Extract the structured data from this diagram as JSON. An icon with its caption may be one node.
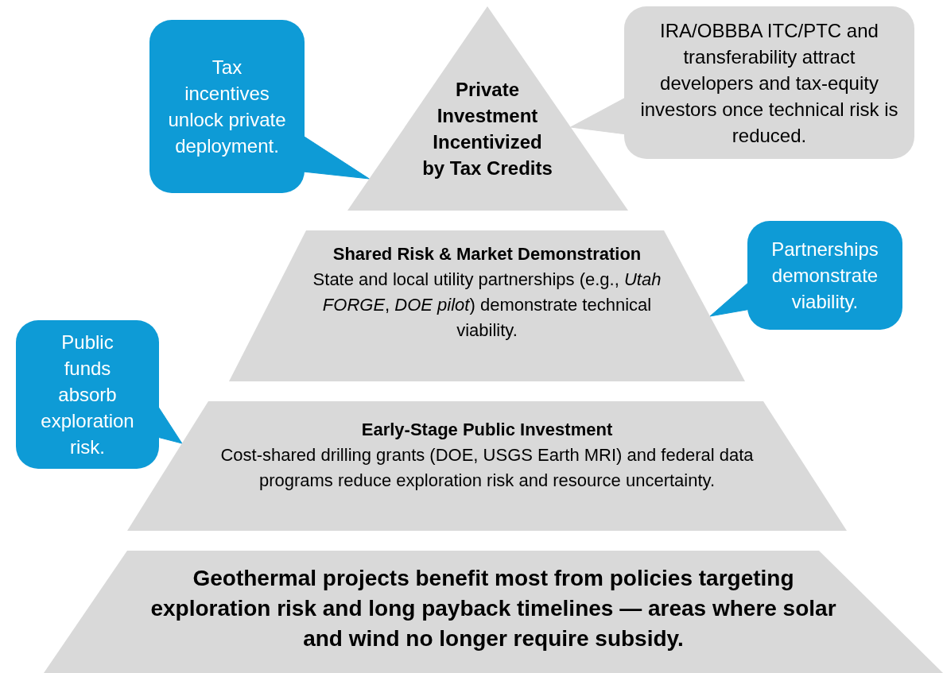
{
  "diagram": {
    "nodes": [
      {
        "text": [
          "Private Investment Incentivized by Tax Credits"
        ]
      },
      {
        "text": [
          "Shared Risk & Market Demonstration",
          "State and local utility partnerships (e.g., *Utah FORGE*, *DOE pilot*) demonstrate technical viability."
        ]
      },
      {
        "text": [
          "Early-Stage Public Investment",
          "Cost-shared drilling grants (DOE, USGS Earth MRI) and federal data programs reduce exploration risk and resource uncertainty."
        ]
      },
      {
        "text": [
          "Geothermal projects benefit most from policies targeting exploration risk and long payback timelines — areas where solar and wind no longer require subsidy."
        ]
      },
      {
        "text": [
          "Tax incentives unlock private deployment."
        ]
      },
      {
        "text": [
          "IRA/OBBBA ITC/PTC and transferability attract developers and tax-equity investors once technical risk is reduced."
        ]
      },
      {
        "text": [
          "Partnerships demonstrate viability."
        ]
      },
      {
        "text": [
          "Public funds absorb exploration risk."
        ]
      }
    ],
    "edges": [
      {
        "from": 4,
        "to": 0,
        "arrow": "to"
      },
      {
        "from": 5,
        "to": 0,
        "arrow": "to"
      },
      {
        "from": 6,
        "to": 1,
        "arrow": "to"
      },
      {
        "from": 7,
        "to": 2,
        "arrow": "to"
      }
    ]
  }
}
